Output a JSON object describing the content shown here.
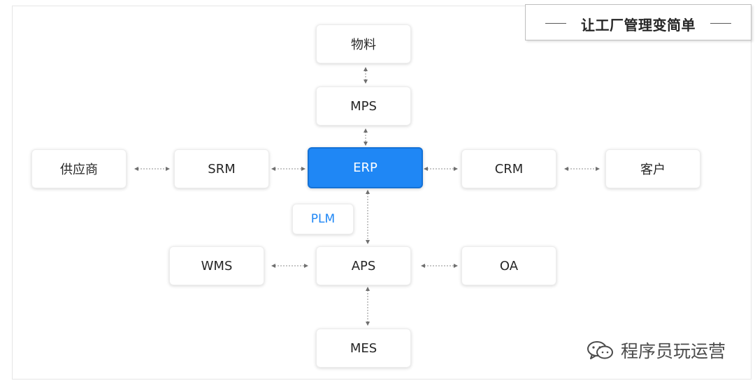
{
  "diagram": {
    "title": "让工厂管理变简单",
    "nodes": {
      "material": "物料",
      "mps": "MPS",
      "supplier": "供应商",
      "srm": "SRM",
      "erp": "ERP",
      "crm": "CRM",
      "customer": "客户",
      "plm": "PLM",
      "wms": "WMS",
      "aps": "APS",
      "oa": "OA",
      "mes": "MES"
    },
    "colors": {
      "primary": "#1f87f5",
      "border": "#ededed",
      "text": "#262626",
      "connector": "#8c8c8c"
    }
  },
  "watermark": {
    "text": "程序员玩运营",
    "icon": "wechat-icon"
  }
}
